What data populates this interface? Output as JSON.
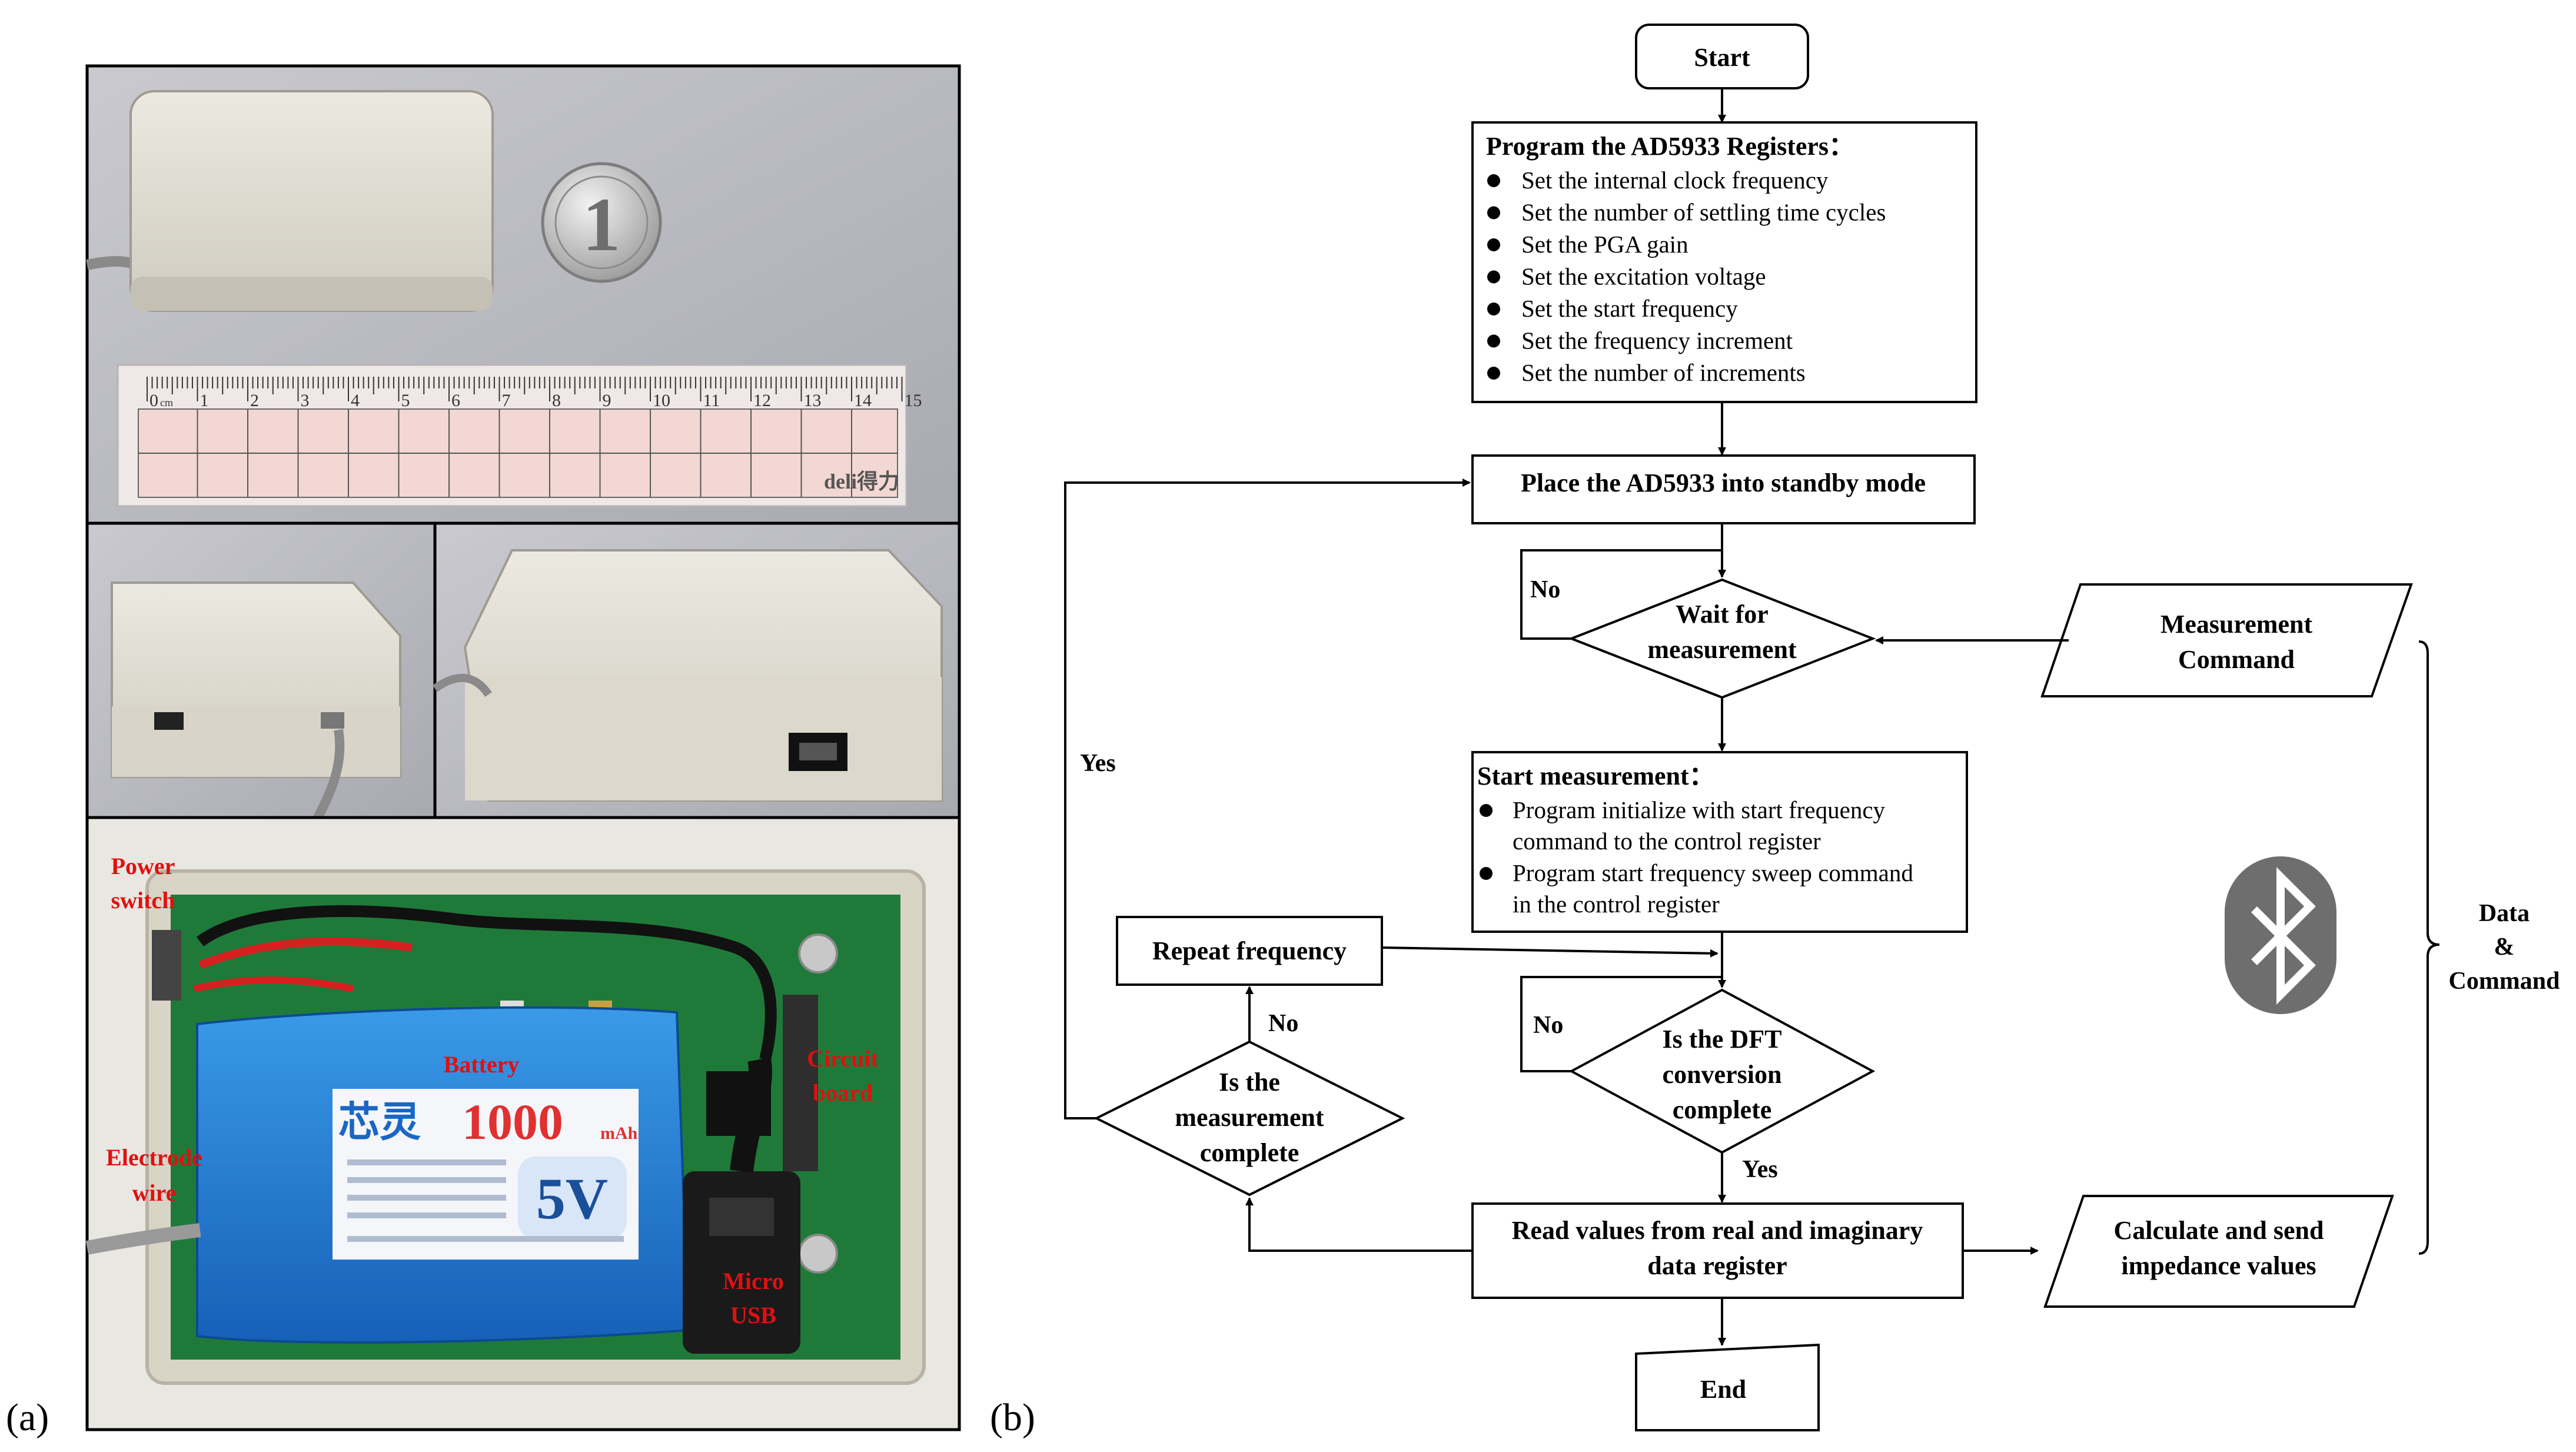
{
  "panel_a": {
    "label": "(a)",
    "photo_annotations": {
      "power_switch": [
        "Power",
        "switch"
      ],
      "battery": "Battery",
      "circuit_board": [
        "Circuit",
        "board"
      ],
      "electrode_wire": [
        "Electrode",
        "wire"
      ],
      "micro_usb": [
        "Micro",
        "USB"
      ]
    },
    "ruler": {
      "ticks": [
        "0",
        "cm",
        "1",
        "2",
        "3",
        "4",
        "5",
        "6",
        "7",
        "8",
        "9",
        "10",
        "11",
        "12",
        "13",
        "14",
        "15"
      ],
      "brand": "deli得力"
    },
    "coin_text": "1",
    "battery_label": {
      "brand": "芯灵",
      "capacity": "1000",
      "unit": "mAh",
      "voltage": "5V"
    }
  },
  "panel_b": {
    "label": "(b)",
    "start": "Start",
    "program_title": "Program the AD5933 Registers：",
    "program_items": [
      "Set the internal clock frequency",
      "Set the number of settling time cycles",
      "Set the PGA gain",
      "Set the excitation voltage",
      "Set the start frequency",
      "Set the frequency increment",
      "Set the number of increments"
    ],
    "standby": "Place the AD5933 into standby mode",
    "wait_lines": [
      "Wait for",
      "measurement"
    ],
    "measurement_command": [
      "Measurement",
      "Command"
    ],
    "start_measurement_title": "Start measurement：",
    "start_measurement_items": [
      [
        "Program  initialize  with  start  frequency",
        "command to the control register"
      ],
      [
        "Program start frequency sweep command",
        "in the control register"
      ]
    ],
    "repeat_frequency": "Repeat frequency",
    "dft_lines": [
      "Is the DFT",
      "conversion",
      "complete"
    ],
    "meas_complete_lines": [
      "Is the",
      "measurement",
      "complete"
    ],
    "read_values": [
      "Read values from real and imaginary",
      "data register"
    ],
    "calculate_send": [
      "Calculate and send",
      "impedance values"
    ],
    "end": "End",
    "data_command": [
      "Data",
      "&",
      "Command"
    ],
    "labels": {
      "no": "No",
      "yes": "Yes"
    }
  }
}
